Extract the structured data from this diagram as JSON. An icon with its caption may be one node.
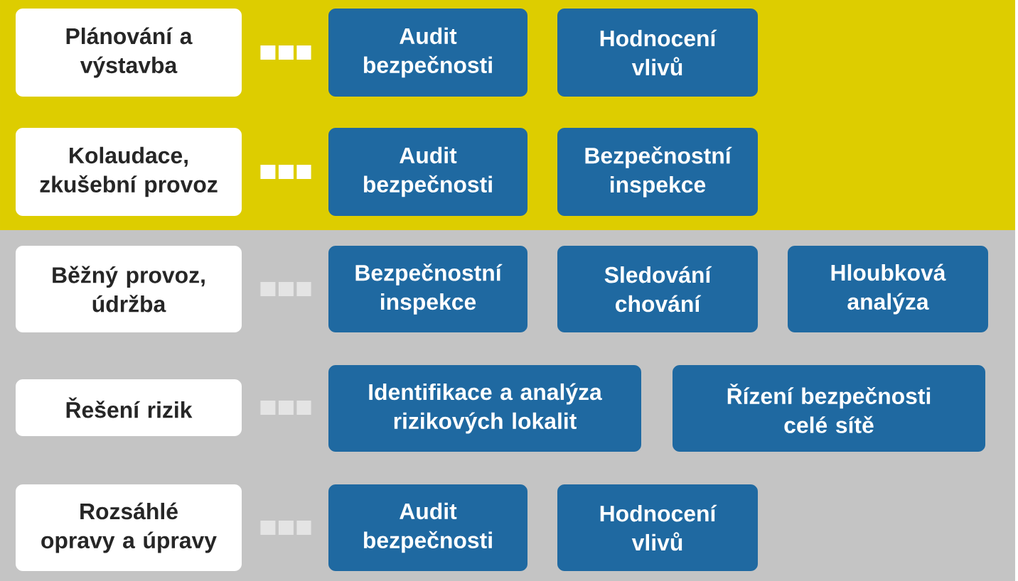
{
  "diagram": {
    "nodes": [
      {
        "text": [
          "Plánování a výstavba"
        ]
      },
      {
        "text": [
          "Audit bezpečnosti"
        ]
      },
      {
        "text": [
          "Hodnocení vlivů"
        ]
      },
      {
        "text": [
          "Kolaudace, zkušební provoz"
        ]
      },
      {
        "text": [
          "Audit bezpečnosti"
        ]
      },
      {
        "text": [
          "Bezpečnostní inspekce"
        ]
      },
      {
        "text": [
          "Běžný provoz, údržba"
        ]
      },
      {
        "text": [
          "Bezpečnostní inspekce"
        ]
      },
      {
        "text": [
          "Sledování chování"
        ]
      },
      {
        "text": [
          "Hloubková analýza"
        ]
      },
      {
        "text": [
          "Řešení rizik"
        ]
      },
      {
        "text": [
          "Identifikace a analýza rizikových lokalit"
        ]
      },
      {
        "text": [
          "Řízení bezpečnosti celé sítě"
        ]
      },
      {
        "text": [
          "Rozsáhlé opravy a úpravy"
        ]
      },
      {
        "text": [
          "Audit bezpečnosti"
        ]
      },
      {
        "text": [
          "Hodnocení vlivů"
        ]
      }
    ],
    "edges": [
      {
        "from": 0,
        "to": 1,
        "arrow": "none",
        "style": "dashed",
        "color": "#ffffff"
      },
      {
        "from": 3,
        "to": 4,
        "arrow": "none",
        "style": "dashed",
        "color": "#ffffff"
      },
      {
        "from": 6,
        "to": 7,
        "arrow": "none",
        "style": "dashed"
      },
      {
        "from": 10,
        "to": 11,
        "arrow": "none",
        "style": "dashed"
      },
      {
        "from": 13,
        "to": 14,
        "arrow": "none",
        "style": "dashed"
      }
    ]
  }
}
